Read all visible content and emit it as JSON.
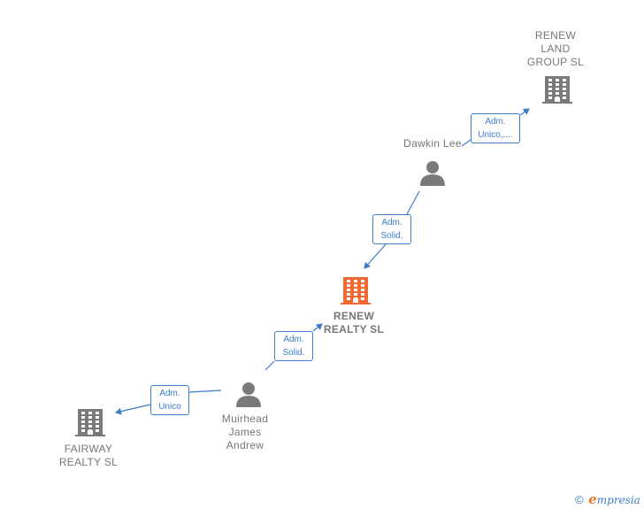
{
  "diagram": {
    "colors": {
      "edge": "#3d7cc9",
      "company_icon": "#7a7a7a",
      "focus_icon": "#f26a33",
      "person_icon": "#7a7a7a",
      "label_text": "#777777"
    },
    "nodes": {
      "renew_land_group": {
        "label": "RENEW\nLAND\nGROUP  SL",
        "icon": "building-icon"
      },
      "dawkin_lee": {
        "label": "Dawkin Lee",
        "icon": "person-icon"
      },
      "renew_realty": {
        "label": "RENEW\nREALTY  SL",
        "icon": "building-icon",
        "focus": true
      },
      "muirhead": {
        "label": "Muirhead\nJames\nAndrew",
        "icon": "person-icon"
      },
      "fairway_realty": {
        "label": "FAIRWAY\nREALTY  SL",
        "icon": "building-icon"
      }
    },
    "edges": {
      "dawkin_to_renew_land": {
        "label": "Adm.\nUnico,...."
      },
      "dawkin_to_renew_realty": {
        "label": "Adm.\nSolid."
      },
      "muirhead_to_renew_realty": {
        "label": "Adm.\nSolid."
      },
      "muirhead_to_fairway": {
        "label": "Adm.\nUnico"
      }
    }
  },
  "footer": {
    "copyright_symbol": "©",
    "brand_initial": "e",
    "brand_rest": "mpresia"
  }
}
